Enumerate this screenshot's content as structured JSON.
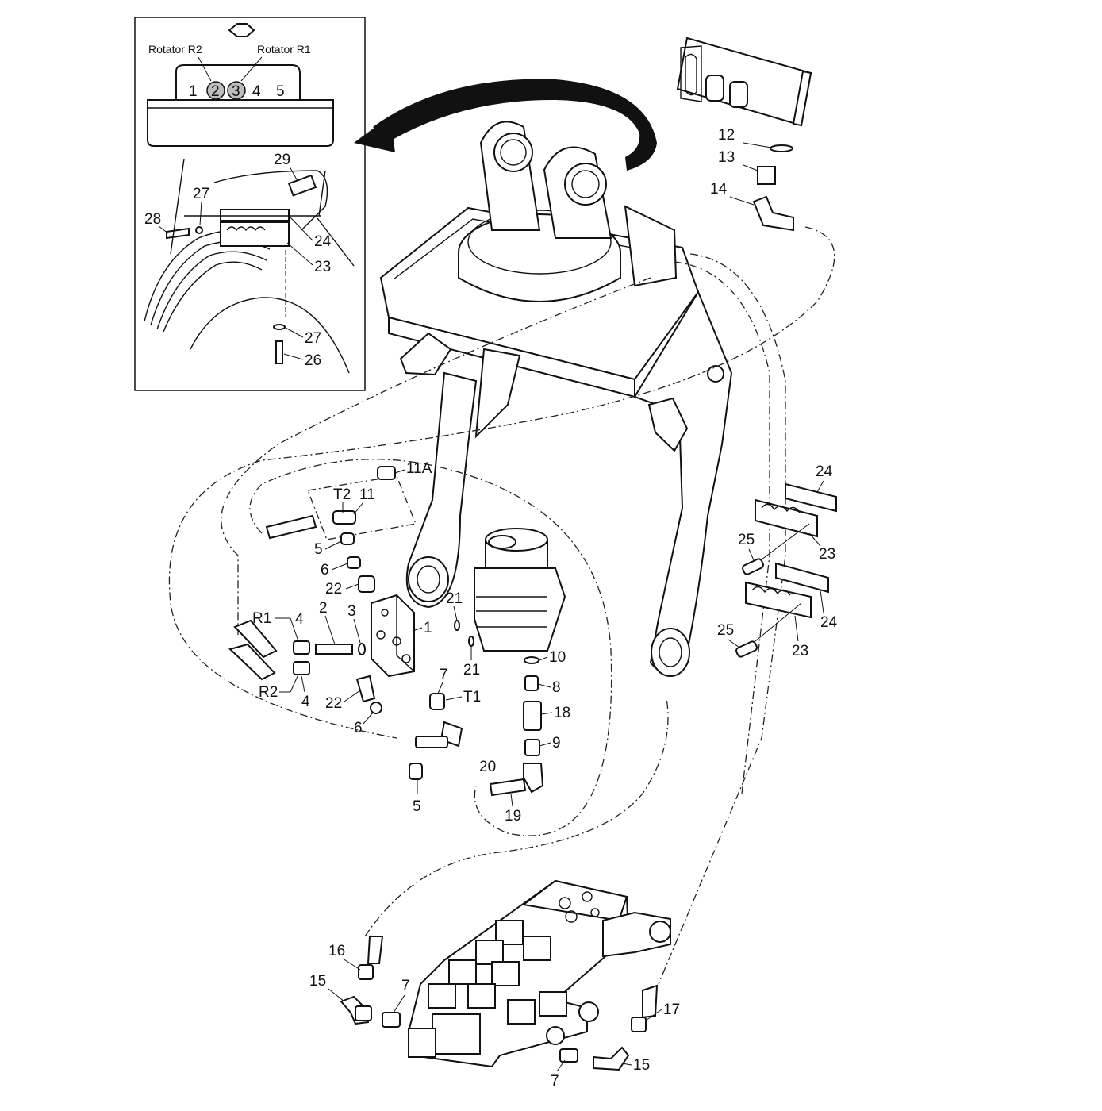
{
  "colors": {
    "line": "#111111",
    "background": "#ffffff",
    "pin_highlight": "#bdbdbd"
  },
  "inset": {
    "connector_labels": {
      "rotator_r2": "Rotator R2",
      "rotator_r1": "Rotator R1"
    },
    "pins": [
      "1",
      "2",
      "3",
      "4",
      "5"
    ]
  },
  "callouts": {
    "c1": "1",
    "c2": "2",
    "c3": "3",
    "c4a": "4",
    "c4b": "4",
    "c5a": "5",
    "c5b": "5",
    "c6a": "6",
    "c6b": "6",
    "c7a": "7",
    "c7b": "7",
    "c7c": "7",
    "c8": "8",
    "c9": "9",
    "c10": "10",
    "c11": "11",
    "c11a": "11A",
    "c12": "12",
    "c13": "13",
    "c14": "14",
    "c15a": "15",
    "c15b": "15",
    "c16": "16",
    "c17": "17",
    "c18": "18",
    "c19": "19",
    "c20": "20",
    "c21a": "21",
    "c21b": "21",
    "c22a": "22",
    "c22b": "22",
    "c23a": "23",
    "c23b": "23",
    "c23c": "23",
    "c24a": "24",
    "c24b": "24",
    "c24c": "24",
    "c25a": "25",
    "c25b": "25",
    "c26": "26",
    "c27a": "27",
    "c27b": "27",
    "c28": "28",
    "c29": "29",
    "r1": "R1",
    "r2": "R2",
    "t1": "T1",
    "t2": "T2"
  }
}
